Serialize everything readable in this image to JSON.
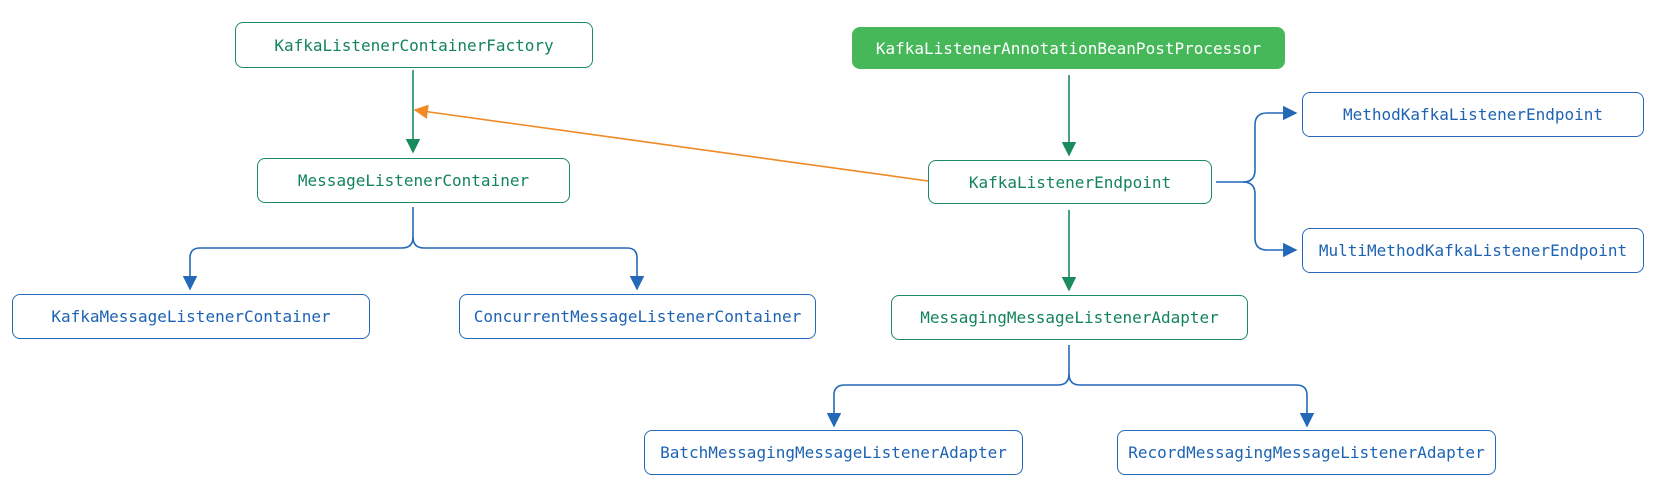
{
  "diagram": {
    "nodes": [
      {
        "id": "factory",
        "label": "KafkaListenerContainerFactory",
        "style": "green"
      },
      {
        "id": "processor",
        "label": "KafkaListenerAnnotationBeanPostProcessor",
        "style": "filled"
      },
      {
        "id": "mlc",
        "label": "MessageListenerContainer",
        "style": "green"
      },
      {
        "id": "endpoint",
        "label": "KafkaListenerEndpoint",
        "style": "green"
      },
      {
        "id": "method_endpoint",
        "label": "MethodKafkaListenerEndpoint",
        "style": "blue"
      },
      {
        "id": "multi_method_endpoint",
        "label": "MultiMethodKafkaListenerEndpoint",
        "style": "blue"
      },
      {
        "id": "kafka_mlc",
        "label": "KafkaMessageListenerContainer",
        "style": "blue"
      },
      {
        "id": "concurrent_mlc",
        "label": "ConcurrentMessageListenerContainer",
        "style": "blue"
      },
      {
        "id": "adapter",
        "label": "MessagingMessageListenerAdapter",
        "style": "green"
      },
      {
        "id": "batch_adapter",
        "label": "BatchMessagingMessageListenerAdapter",
        "style": "blue"
      },
      {
        "id": "record_adapter",
        "label": "RecordMessagingMessageListenerAdapter",
        "style": "blue"
      }
    ],
    "edges": [
      {
        "from": "factory",
        "to": "mlc",
        "color": "#1a8a5f"
      },
      {
        "from": "processor",
        "to": "endpoint",
        "color": "#1a8a5f"
      },
      {
        "from": "endpoint",
        "to": "adapter",
        "color": "#1a8a5f"
      },
      {
        "from": "endpoint",
        "to": "factory",
        "color": "#f08a24"
      },
      {
        "from": "mlc",
        "to": "kafka_mlc",
        "color": "#2469b8"
      },
      {
        "from": "mlc",
        "to": "concurrent_mlc",
        "color": "#2469b8"
      },
      {
        "from": "endpoint",
        "to": "method_endpoint",
        "color": "#2469b8"
      },
      {
        "from": "endpoint",
        "to": "multi_method_endpoint",
        "color": "#2469b8"
      },
      {
        "from": "adapter",
        "to": "batch_adapter",
        "color": "#2469b8"
      },
      {
        "from": "adapter",
        "to": "record_adapter",
        "color": "#2469b8"
      }
    ]
  }
}
